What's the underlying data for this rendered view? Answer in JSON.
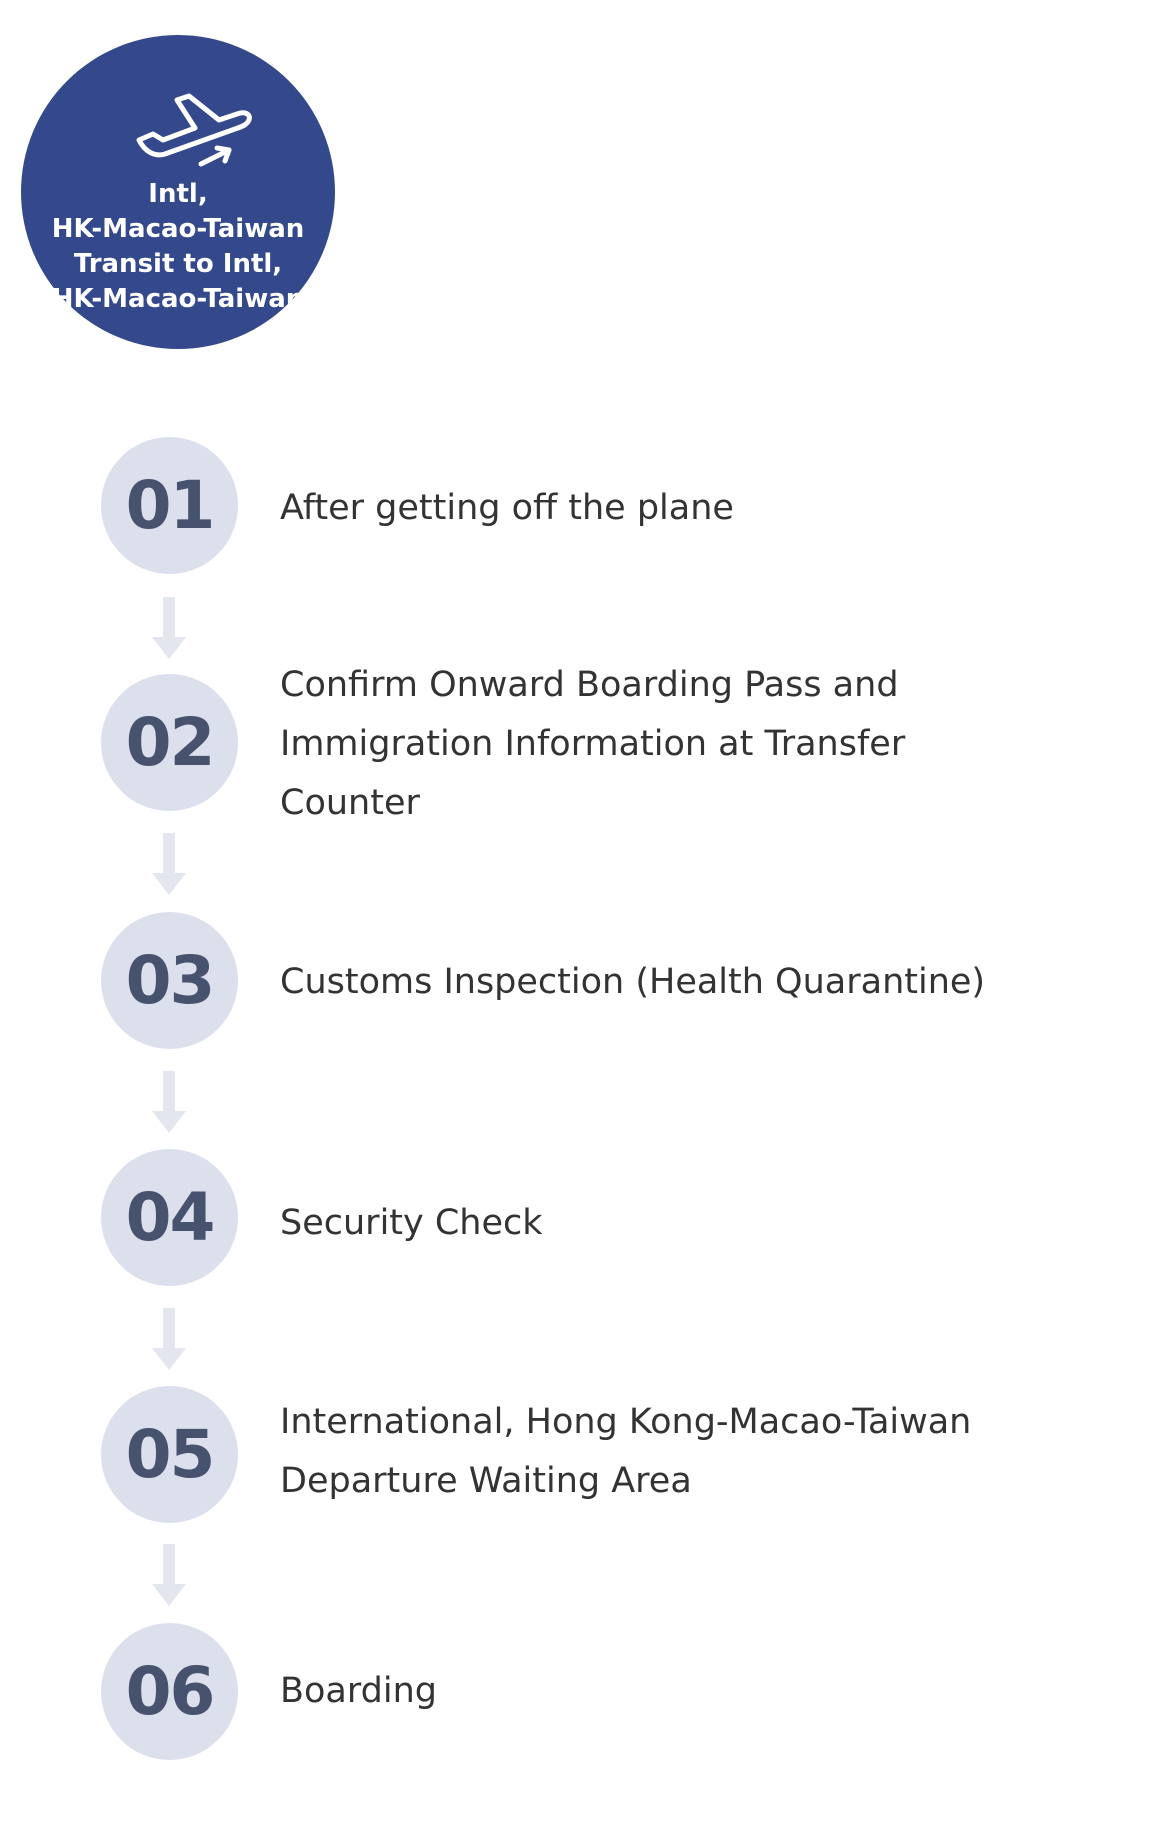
{
  "header": {
    "icon": "airplane-takeoff-icon",
    "lines": [
      "Intl,",
      "HK-Macao-Taiwan",
      "Transit to Intl,",
      "HK-Macao-Taiwan"
    ]
  },
  "colors": {
    "header_bg": "#34498c",
    "step_bg": "#dcdfec",
    "step_number": "#46526e",
    "connector": "#e3e6ef",
    "label_text": "#333333"
  },
  "steps": [
    {
      "number": "01",
      "label": "After getting off the plane"
    },
    {
      "number": "02",
      "label_lines": [
        "Confirm Onward Boarding Pass and",
        "Immigration Information at Transfer",
        "Counter"
      ]
    },
    {
      "number": "03",
      "label": "Customs Inspection (Health Quarantine)"
    },
    {
      "number": "04",
      "label": "Security Check"
    },
    {
      "number": "05",
      "label_lines": [
        "International, Hong Kong-Macao-Taiwan",
        "Departure Waiting Area"
      ]
    },
    {
      "number": "06",
      "label": "Boarding"
    }
  ],
  "connector_icon": "down-arrow-icon"
}
